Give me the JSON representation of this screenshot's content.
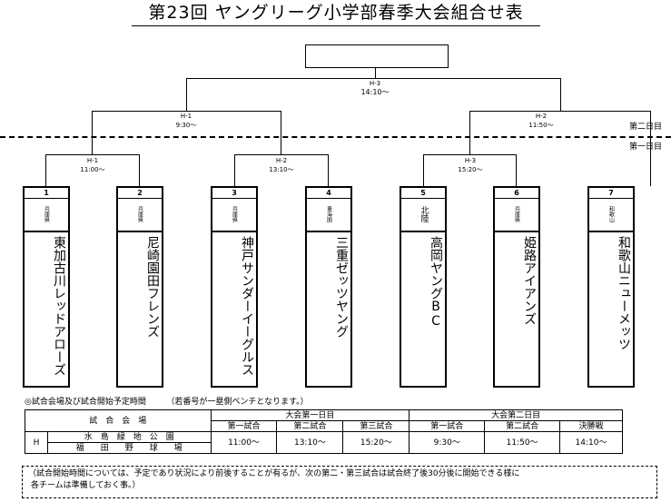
{
  "title": "第23回 ヤングリーグ小学部春季大会組合せ表",
  "day_labels": {
    "day2": "第二日目",
    "day1": "第一日目"
  },
  "matches": {
    "final": {
      "id": "H-3",
      "time": "14:10〜"
    },
    "semi_left": {
      "id": "H-1",
      "time": "9:30〜"
    },
    "semi_right": {
      "id": "H-2",
      "time": "11:50〜"
    },
    "r1_a": {
      "id": "H-1",
      "time": "11:00〜"
    },
    "r1_b": {
      "id": "H-2",
      "time": "13:10〜"
    },
    "r1_c": {
      "id": "H-3",
      "time": "15:20〜"
    }
  },
  "teams": [
    {
      "num": "1",
      "pref": "兵庫県",
      "name": "東加古川レッドアローズ"
    },
    {
      "num": "2",
      "pref": "兵庫県",
      "name": "尼崎園田フレンズ"
    },
    {
      "num": "3",
      "pref": "兵庫県",
      "name": "神戸サンダーイーグルス"
    },
    {
      "num": "4",
      "pref": "東海圏",
      "name": "三重ゼッツヤング"
    },
    {
      "num": "5",
      "pref": "北陸",
      "name": "高岡ヤングBC"
    },
    {
      "num": "6",
      "pref": "兵庫県",
      "name": "姫路アイアンズ"
    },
    {
      "num": "7",
      "pref": "和歌山",
      "name": "和歌山ニューメッツ"
    }
  ],
  "venue_note": "◎試合会場及び試合開始予定時間　　　（若番号が一塁側ベンチとなります。）",
  "venue_table": {
    "venue_header": "試　合　会　場",
    "day1_header": "大会第一日目",
    "day2_header": "大会第二日目",
    "day1_games": [
      "第一試合",
      "第二試合",
      "第三試合"
    ],
    "day2_games": [
      "第一試合",
      "第二試合",
      "決勝戦"
    ],
    "code": "H",
    "venue_line1": "水　島　緑　地　公　園",
    "venue_line2": "福　　田　　野　　球　　場",
    "day1_times": [
      "11:00〜",
      "13:10〜",
      "15:20〜"
    ],
    "day2_times": [
      "9:30〜",
      "11:50〜",
      "14:10〜"
    ]
  },
  "note": "（試合開始時間については、予定であり状況により前後することが有るが、次の第二・第三試合は試合終了後30分後に開始できる様に\n 各チームは準備しておく事。）"
}
